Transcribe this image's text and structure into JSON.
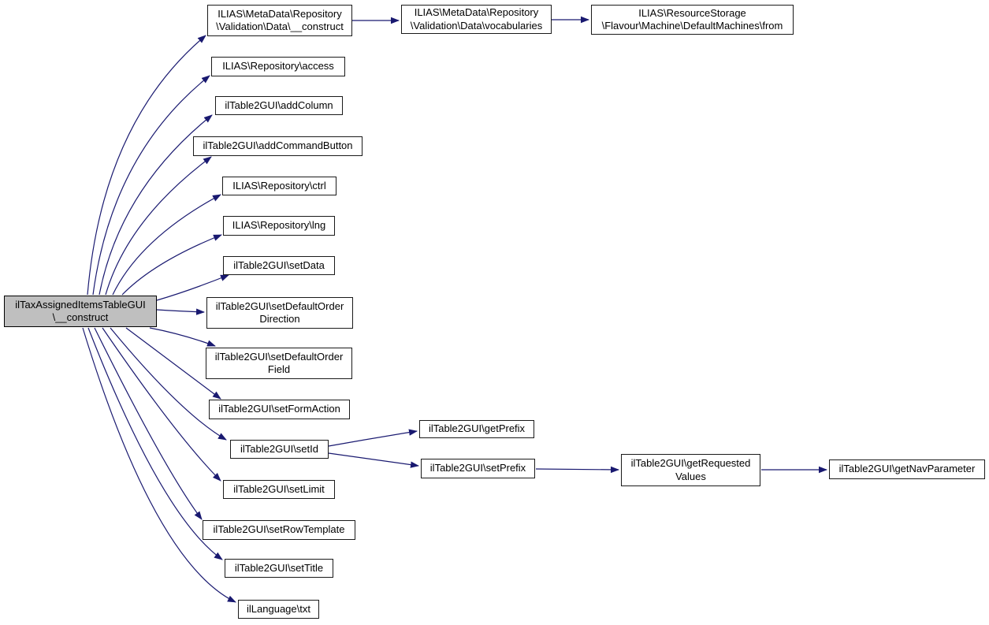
{
  "diagram": {
    "type": "call-graph",
    "colors": {
      "background": "#ffffff",
      "edge": "#191970",
      "node_border": "#1a1a1a",
      "node_fill": "#ffffff",
      "main_node_fill": "#bfbfbf"
    },
    "nodes": [
      {
        "id": "main",
        "label": "ilTaxAssignedItemsTableGUI\n\\__construct",
        "is_main": true
      },
      {
        "id": "md-construct",
        "label": "ILIAS\\MetaData\\Repository\n\\Validation\\Data\\__construct"
      },
      {
        "id": "vocabularies",
        "label": "ILIAS\\MetaData\\Repository\n\\Validation\\Data\\vocabularies"
      },
      {
        "id": "default-machines-from",
        "label": "ILIAS\\ResourceStorage\n\\Flavour\\Machine\\DefaultMachines\\from"
      },
      {
        "id": "access",
        "label": "ILIAS\\Repository\\access"
      },
      {
        "id": "add-column",
        "label": "ilTable2GUI\\addColumn"
      },
      {
        "id": "add-command-button",
        "label": "ilTable2GUI\\addCommandButton"
      },
      {
        "id": "ctrl",
        "label": "ILIAS\\Repository\\ctrl"
      },
      {
        "id": "lng",
        "label": "ILIAS\\Repository\\lng"
      },
      {
        "id": "set-data",
        "label": "ilTable2GUI\\setData"
      },
      {
        "id": "set-default-order-direction",
        "label": "ilTable2GUI\\setDefaultOrder\nDirection"
      },
      {
        "id": "set-default-order-field",
        "label": "ilTable2GUI\\setDefaultOrder\nField"
      },
      {
        "id": "set-form-action",
        "label": "ilTable2GUI\\setFormAction"
      },
      {
        "id": "set-id",
        "label": "ilTable2GUI\\setId"
      },
      {
        "id": "set-limit",
        "label": "ilTable2GUI\\setLimit"
      },
      {
        "id": "set-row-template",
        "label": "ilTable2GUI\\setRowTemplate"
      },
      {
        "id": "set-title",
        "label": "ilTable2GUI\\setTitle"
      },
      {
        "id": "txt",
        "label": "ilLanguage\\txt"
      },
      {
        "id": "get-prefix",
        "label": "ilTable2GUI\\getPrefix"
      },
      {
        "id": "set-prefix",
        "label": "ilTable2GUI\\setPrefix"
      },
      {
        "id": "get-requested-values",
        "label": "ilTable2GUI\\getRequested\nValues"
      },
      {
        "id": "get-nav-parameter",
        "label": "ilTable2GUI\\getNavParameter"
      }
    ],
    "edges": [
      {
        "from": "main",
        "to": "md-construct"
      },
      {
        "from": "md-construct",
        "to": "vocabularies"
      },
      {
        "from": "vocabularies",
        "to": "default-machines-from"
      },
      {
        "from": "main",
        "to": "access"
      },
      {
        "from": "main",
        "to": "add-column"
      },
      {
        "from": "main",
        "to": "add-command-button"
      },
      {
        "from": "main",
        "to": "ctrl"
      },
      {
        "from": "main",
        "to": "lng"
      },
      {
        "from": "main",
        "to": "set-data"
      },
      {
        "from": "main",
        "to": "set-default-order-direction"
      },
      {
        "from": "main",
        "to": "set-default-order-field"
      },
      {
        "from": "main",
        "to": "set-form-action"
      },
      {
        "from": "main",
        "to": "set-id"
      },
      {
        "from": "main",
        "to": "set-limit"
      },
      {
        "from": "main",
        "to": "set-row-template"
      },
      {
        "from": "main",
        "to": "set-title"
      },
      {
        "from": "main",
        "to": "txt"
      },
      {
        "from": "set-id",
        "to": "get-prefix"
      },
      {
        "from": "set-id",
        "to": "set-prefix"
      },
      {
        "from": "set-prefix",
        "to": "get-requested-values"
      },
      {
        "from": "get-requested-values",
        "to": "get-nav-parameter"
      }
    ]
  }
}
